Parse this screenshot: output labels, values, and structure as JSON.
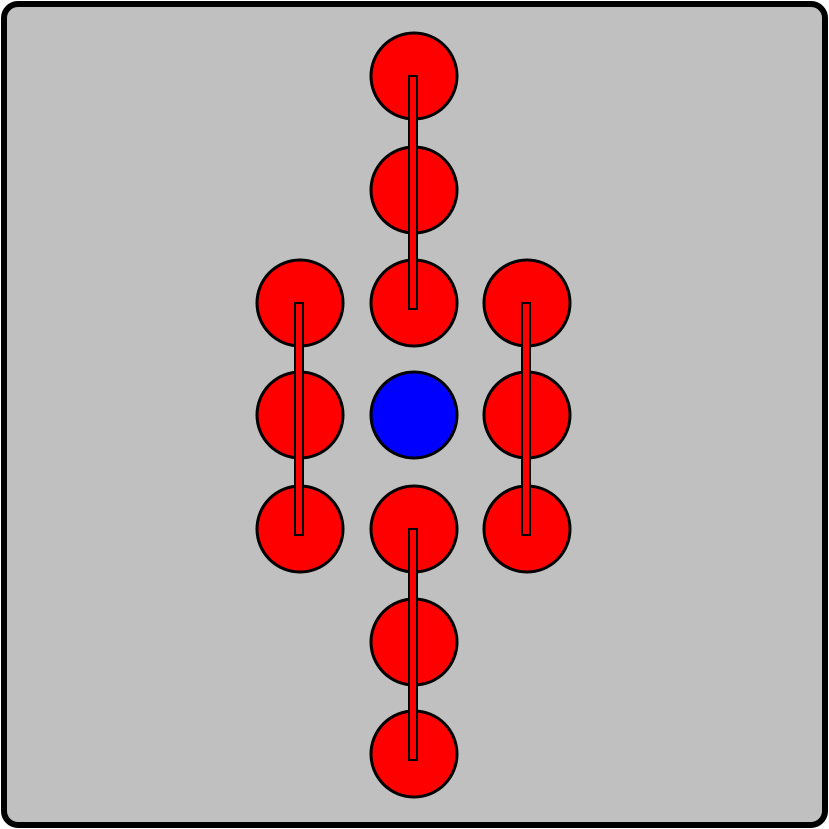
{
  "board": {
    "background": "#c0c0c0",
    "border_color": "#000000"
  },
  "colors": {
    "piece_red": "#ff0000",
    "piece_blue": "#0000ff",
    "outline": "#000000"
  },
  "pieces": [
    {
      "col": 2,
      "row": 0,
      "color": "red"
    },
    {
      "col": 2,
      "row": 1,
      "color": "red"
    },
    {
      "col": 1,
      "row": 2,
      "color": "red"
    },
    {
      "col": 2,
      "row": 2,
      "color": "red"
    },
    {
      "col": 3,
      "row": 2,
      "color": "red"
    },
    {
      "col": 1,
      "row": 3,
      "color": "red"
    },
    {
      "col": 2,
      "row": 3,
      "color": "blue"
    },
    {
      "col": 3,
      "row": 3,
      "color": "red"
    },
    {
      "col": 1,
      "row": 4,
      "color": "red"
    },
    {
      "col": 2,
      "row": 4,
      "color": "red"
    },
    {
      "col": 3,
      "row": 4,
      "color": "red"
    },
    {
      "col": 2,
      "row": 5,
      "color": "red"
    },
    {
      "col": 2,
      "row": 6,
      "color": "red"
    }
  ],
  "vehicles": [
    {
      "id": "top-vertical",
      "col": 2,
      "from_row": 0,
      "to_row": 2
    },
    {
      "id": "left-vertical",
      "col": 1,
      "from_row": 2,
      "to_row": 4
    },
    {
      "id": "right-vertical",
      "col": 3,
      "from_row": 2,
      "to_row": 4
    },
    {
      "id": "bottom-vertical",
      "col": 2,
      "from_row": 4,
      "to_row": 6
    }
  ]
}
